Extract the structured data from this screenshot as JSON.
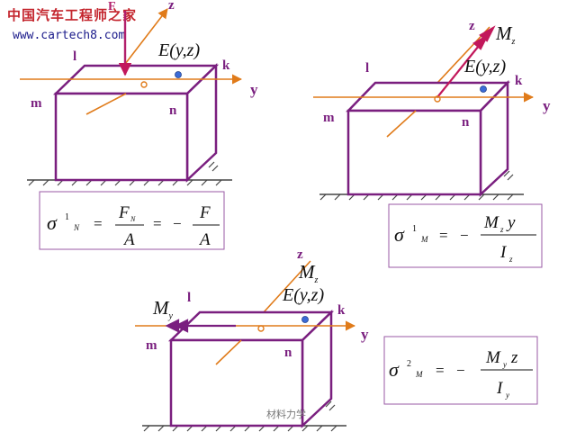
{
  "watermark": {
    "site_name_cn": "中国汽车工程师之家",
    "url": "www.cartech8.com"
  },
  "footer_label": "材料力学",
  "colors": {
    "box": "#7a1f7f",
    "axis": "#e07b1a",
    "vector": "#c2185b",
    "point": "#3b6bd6",
    "ground": "#444444"
  },
  "panels": {
    "normal": {
      "labels": {
        "force": "F",
        "axis_z": "z",
        "axis_y": "y",
        "corner_l": "l",
        "corner_k": "k",
        "corner_m": "m",
        "corner_n": "n",
        "point": "E",
        "point_open": "(",
        "point_y": "y",
        "point_comma": ",",
        "point_z": "z",
        "point_close": ")",
        "origin": "o"
      },
      "formula": {
        "sigma": "σ",
        "sup": "1",
        "sub": "N",
        "eq": "=",
        "num1": "F",
        "num1_sub": "N",
        "den1": "A",
        "eq2": "=",
        "minus": "−",
        "num2": "F",
        "den2": "A"
      }
    },
    "moment_z": {
      "labels": {
        "moment": "M",
        "moment_sub": "z",
        "axis_z": "z",
        "axis_y": "y",
        "corner_l": "l",
        "corner_k": "k",
        "corner_m": "m",
        "corner_n": "n",
        "point": "E",
        "point_open": "(",
        "point_y": "y",
        "point_comma": ",",
        "point_z": "z",
        "point_close": ")",
        "origin": "o"
      },
      "formula": {
        "sigma": "σ",
        "sup": "1",
        "sub": "M",
        "eq": "=",
        "minus": "−",
        "num_M": "M",
        "num_sub": "z",
        "num_var": "y",
        "den_I": "I",
        "den_sub": "z"
      }
    },
    "moment_y": {
      "labels": {
        "moment": "M",
        "moment_sub": "y",
        "moment_top": "M",
        "moment_top_sub": "z",
        "axis_z": "z",
        "axis_y": "y",
        "corner_l": "l",
        "corner_k": "k",
        "corner_m": "m",
        "corner_n": "n",
        "point": "E",
        "point_open": "(",
        "point_y": "y",
        "point_comma": ",",
        "point_z": "z",
        "point_close": ")",
        "origin": "o"
      },
      "formula": {
        "sigma": "σ",
        "sup": "2",
        "sub": "M",
        "eq": "=",
        "minus": "−",
        "num_M": "M",
        "num_sub": "y",
        "num_var": "z",
        "den_I": "I",
        "den_sub": "y"
      }
    }
  }
}
